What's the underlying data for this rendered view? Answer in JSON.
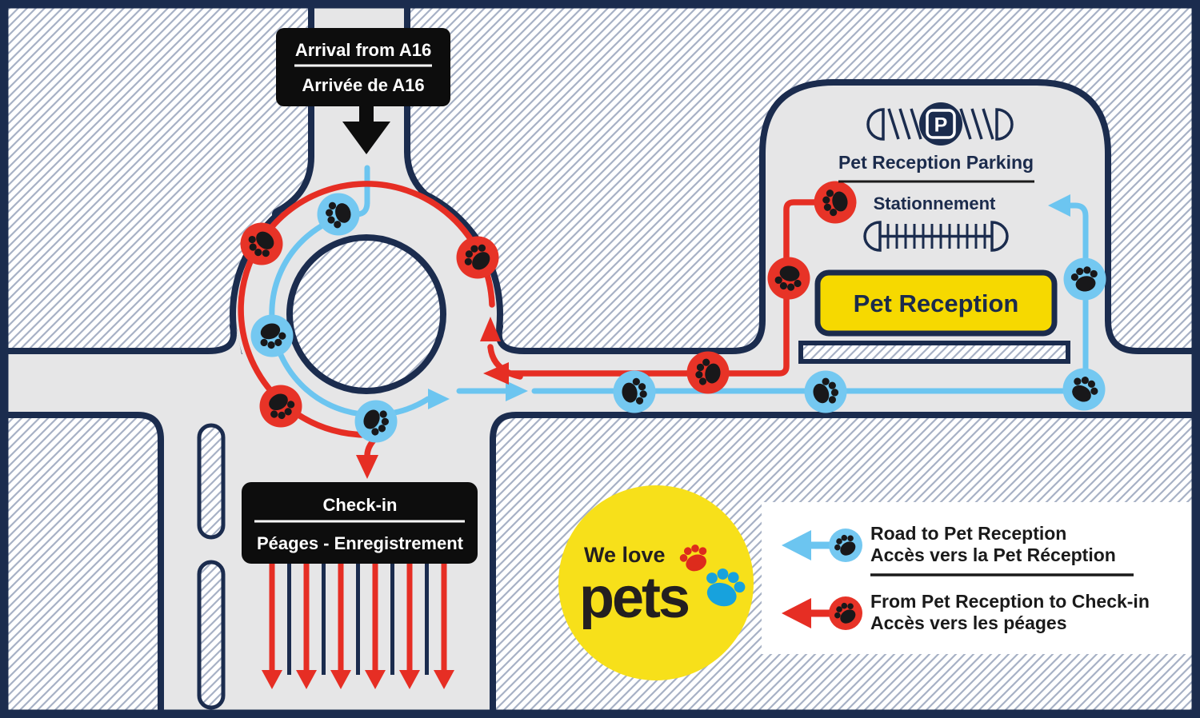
{
  "title": "Pet Reception access map",
  "colors": {
    "navy": "#1b2c4e",
    "road_gray": "#e6e6e7",
    "hatch_line": "#a7b1c5",
    "route_red": "#e62e24",
    "route_blue": "#6cc5f0",
    "sign_yellow": "#f6d900",
    "logo_yellow": "#f7e01a",
    "box_black": "#0d0d0d",
    "logo_paw_red": "#dd2b1c",
    "logo_paw_blue": "#17a2dd"
  },
  "arrival_sign": {
    "line1": "Arrival from A16",
    "line2": "Arrivée de A16"
  },
  "checkin_sign": {
    "line1": "Check-in",
    "line2": "Péages - Enregistrement"
  },
  "parking_area": {
    "title": "Pet Reception Parking",
    "subtitle": "Stationnement",
    "p_symbol": "P"
  },
  "pet_reception_sign": {
    "label": "Pet Reception"
  },
  "logo": {
    "line1": "We love",
    "line2": "pets"
  },
  "legend": {
    "to_reception": {
      "line1": "Road to Pet Reception",
      "line2": "Accès vers la Pet Réception"
    },
    "to_checkin": {
      "line1": "From Pet Reception to Check-in",
      "line2": "Accès vers les péages"
    }
  }
}
